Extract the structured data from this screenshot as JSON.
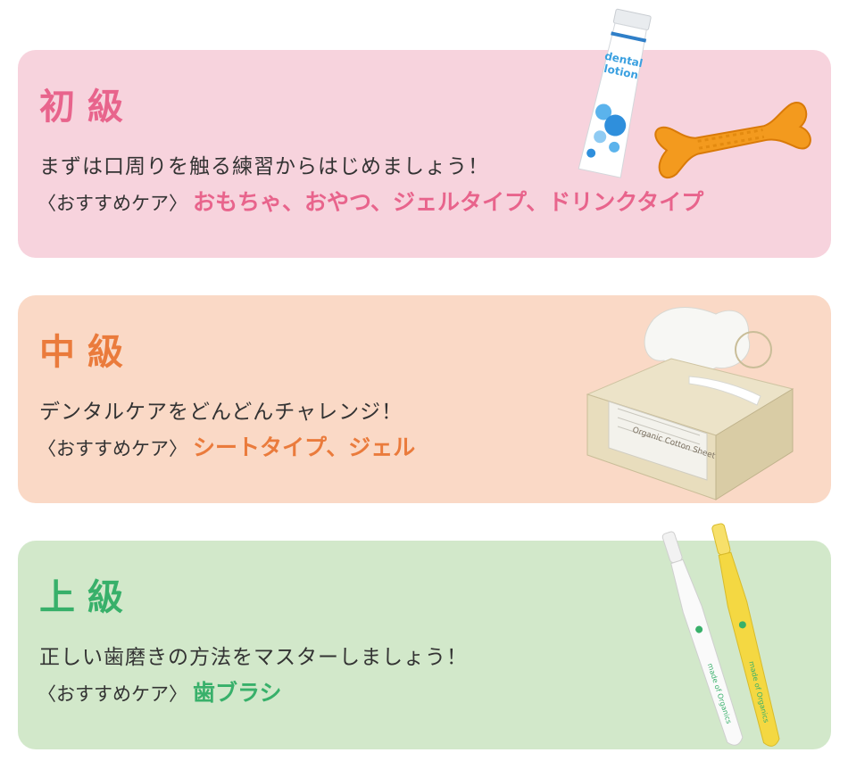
{
  "levels": [
    {
      "title": "初級",
      "description": "まずは口周りを触る練習からはじめましょう！",
      "recommend_label": "〈おすすめケア〉",
      "recommend_items": "おもちゃ、おやつ、ジェルタイプ、ドリンクタイプ",
      "accent": "#e8648c",
      "background": "#f7d3dd",
      "illustration": "toothpaste-tube-and-chew-bone"
    },
    {
      "title": "中級",
      "description": "デンタルケアをどんどんチャレンジ！",
      "recommend_label": "〈おすすめケア〉",
      "recommend_items": "シートタイプ、ジェル",
      "accent": "#ea7b3c",
      "background": "#fad9c6",
      "illustration": "cotton-sheet-box"
    },
    {
      "title": "上級",
      "description": "正しい歯磨きの方法をマスターしましょう！",
      "recommend_label": "〈おすすめケア〉",
      "recommend_items": "歯ブラシ",
      "accent": "#38b06a",
      "background": "#d2e8ca",
      "illustration": "toothbrushes"
    }
  ],
  "product_labels": {
    "tube_brand_line1": "dental",
    "tube_brand_line2": "lotion",
    "sheet_box": "Organic Cotton Sheet",
    "brush_white": "made of Organics",
    "brush_yellow": "made of Organics"
  }
}
